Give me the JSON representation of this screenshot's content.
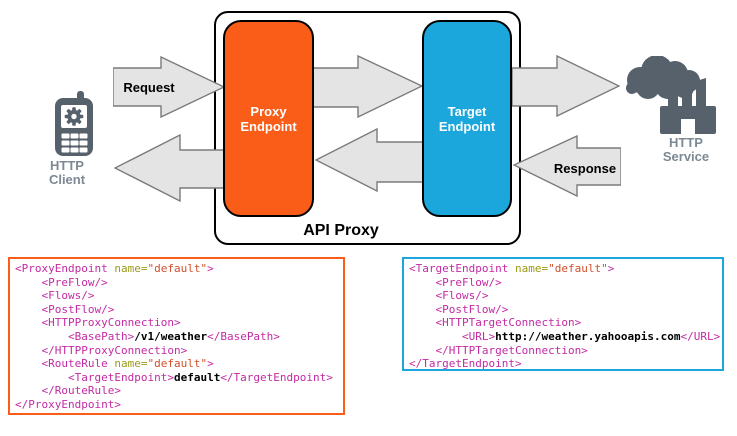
{
  "colors": {
    "endpoint_orange": "#F95D17",
    "endpoint_blue": "#1BA7DC",
    "arrow_fill": "#E4E4E4",
    "arrow_stroke": "#7B7B7B",
    "icon_gray": "#57616C",
    "label_gray": "#7D8993",
    "code_tag": "#C32AA4",
    "code_attr": "#9B9B18",
    "code_val": "#D2502A",
    "code_text": "#000000"
  },
  "diagram": {
    "api_proxy_label": "API Proxy",
    "proxy_endpoint_label": "Proxy\nEndpoint",
    "target_endpoint_label": "Target\nEndpoint",
    "http_client_label": "HTTP\nClient",
    "http_service_label": "HTTP\nService",
    "request_label": "Request",
    "response_label": "Response",
    "icons": {
      "client": "mobile-phone-icon",
      "service": "cloud-factory-icon"
    }
  },
  "code_blocks": {
    "proxy_endpoint": {
      "lines": [
        [
          {
            "c": "tag",
            "t": "<ProxyEndpoint "
          },
          {
            "c": "attr",
            "t": "name="
          },
          {
            "c": "val",
            "t": "\"default\""
          },
          {
            "c": "tag",
            "t": ">"
          }
        ],
        [
          {
            "c": "tag",
            "t": "    <PreFlow/>"
          }
        ],
        [
          {
            "c": "tag",
            "t": "    <Flows/>"
          }
        ],
        [
          {
            "c": "tag",
            "t": "    <PostFlow/>"
          }
        ],
        [
          {
            "c": "tag",
            "t": "    <HTTPProxyConnection>"
          }
        ],
        [
          {
            "c": "tag",
            "t": "        <BasePath>"
          },
          {
            "c": "txt",
            "t": "/v1/weather"
          },
          {
            "c": "tag",
            "t": "</BasePath>"
          }
        ],
        [
          {
            "c": "tag",
            "t": "    </HTTPProxyConnection>"
          }
        ],
        [
          {
            "c": "tag",
            "t": "    <RouteRule "
          },
          {
            "c": "attr",
            "t": "name="
          },
          {
            "c": "val",
            "t": "\"default\""
          },
          {
            "c": "tag",
            "t": ">"
          }
        ],
        [
          {
            "c": "tag",
            "t": "        <TargetEndpoint>"
          },
          {
            "c": "txt",
            "t": "default"
          },
          {
            "c": "tag",
            "t": "</TargetEndpoint>"
          }
        ],
        [
          {
            "c": "tag",
            "t": "    </RouteRule>"
          }
        ],
        [
          {
            "c": "tag",
            "t": "</ProxyEndpoint>"
          }
        ]
      ]
    },
    "target_endpoint": {
      "lines": [
        [
          {
            "c": "tag",
            "t": "<TargetEndpoint "
          },
          {
            "c": "attr",
            "t": "name="
          },
          {
            "c": "val",
            "t": "\"default\""
          },
          {
            "c": "tag",
            "t": ">"
          }
        ],
        [
          {
            "c": "tag",
            "t": "    <PreFlow/>"
          }
        ],
        [
          {
            "c": "tag",
            "t": "    <Flows/>"
          }
        ],
        [
          {
            "c": "tag",
            "t": "    <PostFlow/>"
          }
        ],
        [
          {
            "c": "tag",
            "t": "    <HTTPTargetConnection>"
          }
        ],
        [
          {
            "c": "tag",
            "t": "        <URL>"
          },
          {
            "c": "txt",
            "t": "http://weather.yahooapis.com"
          },
          {
            "c": "tag",
            "t": "</URL>"
          }
        ],
        [
          {
            "c": "tag",
            "t": "    </HTTPTargetConnection>"
          }
        ],
        [
          {
            "c": "tag",
            "t": "</TargetEndpoint>"
          }
        ]
      ]
    }
  }
}
